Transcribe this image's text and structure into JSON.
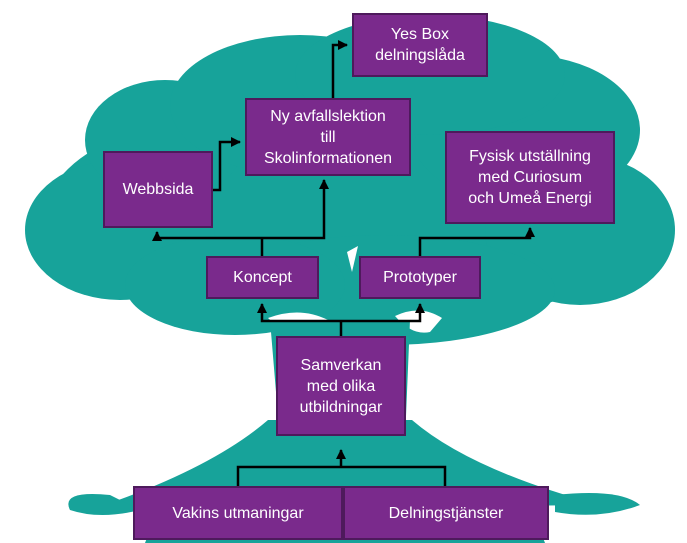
{
  "diagram": {
    "colors": {
      "tree": "#17a39a",
      "box_fill": "#7a2a8c",
      "box_border": "#4e1a5c",
      "text": "#ffffff",
      "arrow": "#000000"
    },
    "boxes": {
      "yes_box": "Yes Box\ndelningslåda",
      "ny_avfallslektion": "Ny avfallslektion\ntill\nSkolinformationen",
      "webbsida": "Webbsida",
      "fysisk_utstallning": "Fysisk utställning\nmed Curiosum\noch Umeå Energi",
      "koncept": "Koncept",
      "prototyper": "Prototyper",
      "samverkan": "Samverkan\nmed olika\nutbildningar",
      "vakins_utmaningar": "Vakins utmaningar",
      "delningstjanster": "Delningstjänster"
    }
  }
}
